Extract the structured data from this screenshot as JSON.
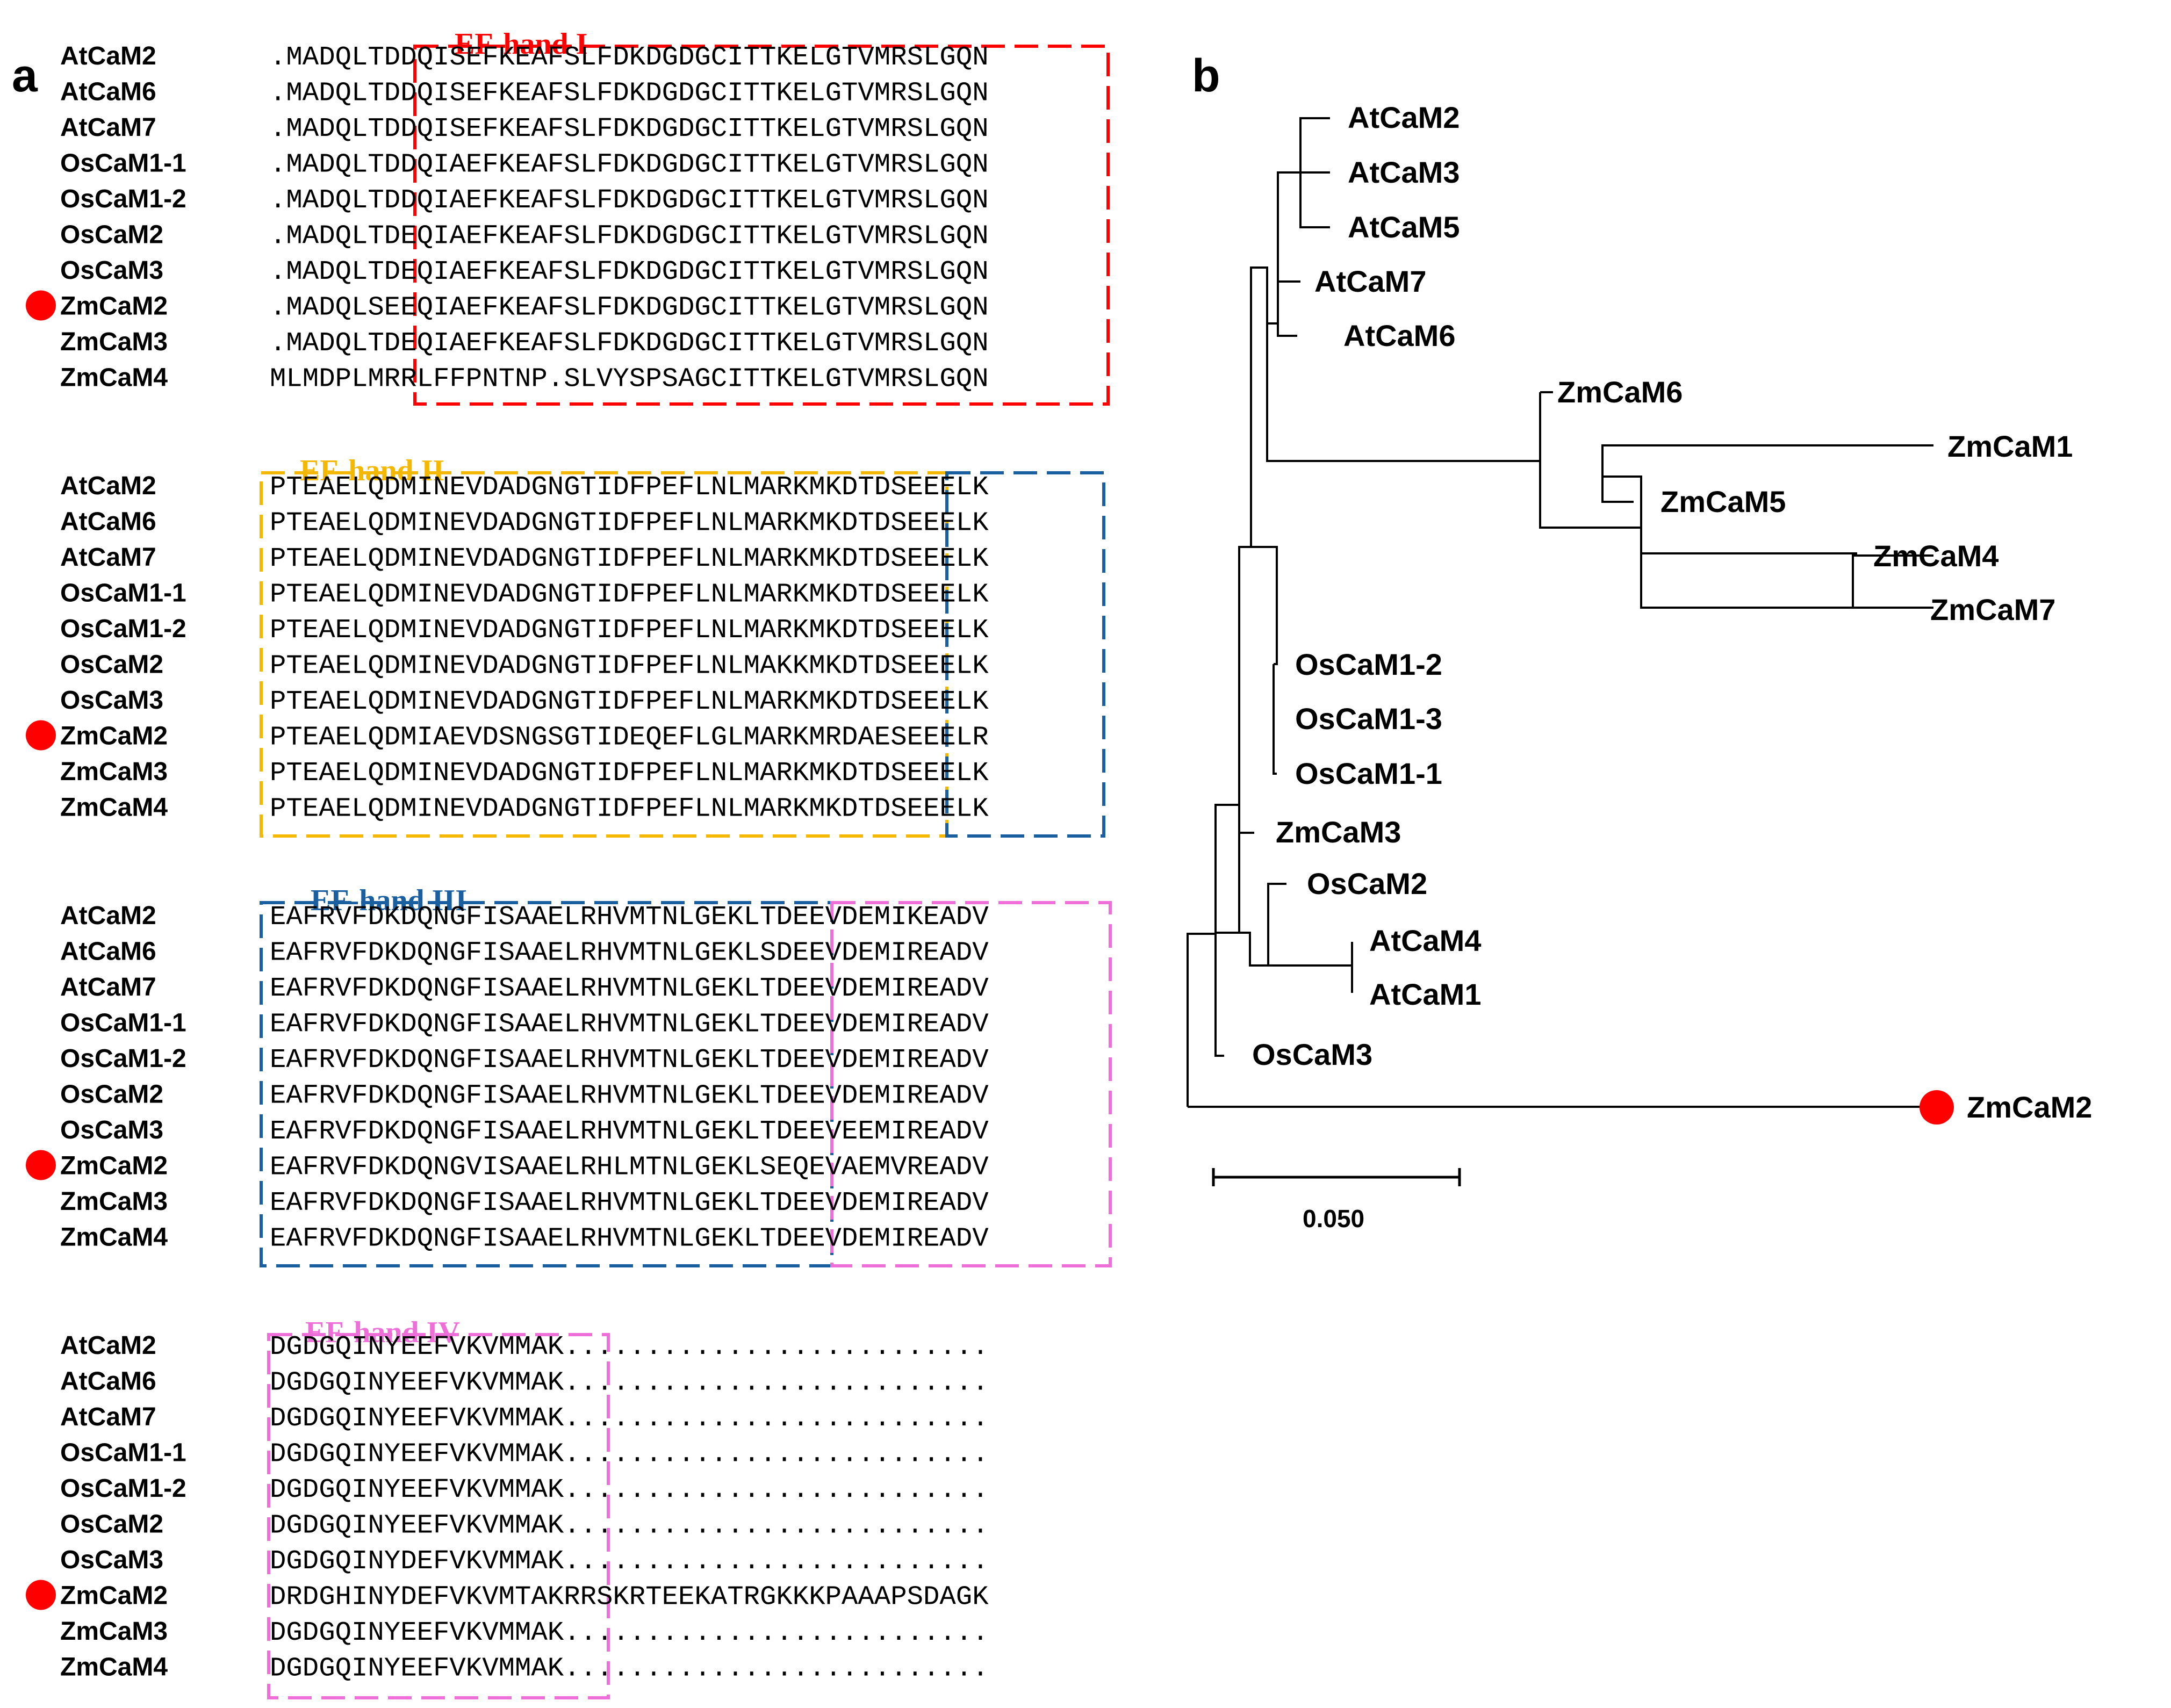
{
  "panel_a": {
    "label": "a",
    "blocks": [
      {
        "title": "EF-hand I",
        "title_color": "#ff0000",
        "rows": [
          {
            "name": "AtCaM2",
            "seq": ".MADQLTDDQISEFKEAFSLFDKDGDGCITTKELGTVMRSLGQN",
            "marked": false
          },
          {
            "name": "AtCaM6",
            "seq": ".MADQLTDDQISEFKEAFSLFDKDGDGCITTKELGTVMRSLGQN",
            "marked": false
          },
          {
            "name": "AtCaM7",
            "seq": ".MADQLTDDQISEFKEAFSLFDKDGDGCITTKELGTVMRSLGQN",
            "marked": false
          },
          {
            "name": "OsCaM1-1",
            "seq": ".MADQLTDDQIAEFKEAFSLFDKDGDGCITTKELGTVMRSLGQN",
            "marked": false
          },
          {
            "name": "OsCaM1-2",
            "seq": ".MADQLTDDQIAEFKEAFSLFDKDGDGCITTKELGTVMRSLGQN",
            "marked": false
          },
          {
            "name": "OsCaM2",
            "seq": ".MADQLTDEQIAEFKEAFSLFDKDGDGCITTKELGTVMRSLGQN",
            "marked": false
          },
          {
            "name": "OsCaM3",
            "seq": ".MADQLTDEQIAEFKEAFSLFDKDGDGCITTKELGTVMRSLGQN",
            "marked": false
          },
          {
            "name": "ZmCaM2",
            "seq": ".MADQLSEEQIAEFKEAFSLFDKDGDGCITTKELGTVMRSLGQN",
            "marked": true
          },
          {
            "name": "ZmCaM3",
            "seq": ".MADQLTDEQIAEFKEAFSLFDKDGDGCITTKELGTVMRSLGQN",
            "marked": false
          },
          {
            "name": "ZmCaM4",
            "seq": "MLMDPLMRRLFFPNTNP.SLVYSPSAGCITTKELGTVMRSLGQN",
            "marked": false
          }
        ]
      },
      {
        "title": "EF-hand II",
        "title_color": "#f5b800",
        "rows": [
          {
            "name": "AtCaM2",
            "seq": "PTEAELQDMINEVDADGNGTIDFPEFLNLMARKMKDTDSEEELK",
            "marked": false
          },
          {
            "name": "AtCaM6",
            "seq": "PTEAELQDMINEVDADGNGTIDFPEFLNLMARKMKDTDSEEELK",
            "marked": false
          },
          {
            "name": "AtCaM7",
            "seq": "PTEAELQDMINEVDADGNGTIDFPEFLNLMARKMKDTDSEEELK",
            "marked": false
          },
          {
            "name": "OsCaM1-1",
            "seq": "PTEAELQDMINEVDADGNGTIDFPEFLNLMARKMKDTDSEEELK",
            "marked": false
          },
          {
            "name": "OsCaM1-2",
            "seq": "PTEAELQDMINEVDADGNGTIDFPEFLNLMARKMKDTDSEEELK",
            "marked": false
          },
          {
            "name": "OsCaM2",
            "seq": "PTEAELQDMINEVDADGNGTIDFPEFLNLMAKKMKDTDSEEELK",
            "marked": false
          },
          {
            "name": "OsCaM3",
            "seq": "PTEAELQDMINEVDADGNGTIDFPEFLNLMARKMKDTDSEEELK",
            "marked": false
          },
          {
            "name": "ZmCaM2",
            "seq": "PTEAELQDMIAEVDSNGSGTIDEQEFLGLMARKMRDAESEEELR",
            "marked": true
          },
          {
            "name": "ZmCaM3",
            "seq": "PTEAELQDMINEVDADGNGTIDFPEFLNLMARKMKDTDSEEELK",
            "marked": false
          },
          {
            "name": "ZmCaM4",
            "seq": "PTEAELQDMINEVDADGNGTIDFPEFLNLMARKMKDTDSEEELK",
            "marked": false
          }
        ]
      },
      {
        "title": "EF-hand III",
        "title_color": "#1a5fa0",
        "rows": [
          {
            "name": "AtCaM2",
            "seq": "EAFRVFDKDQNGFISAAELRHVMTNLGEKLTDEEVDEMIKEADV",
            "marked": false
          },
          {
            "name": "AtCaM6",
            "seq": "EAFRVFDKDQNGFISAAELRHVMTNLGEKLSDEEVDEMIREADV",
            "marked": false
          },
          {
            "name": "AtCaM7",
            "seq": "EAFRVFDKDQNGFISAAELRHVMTNLGEKLTDEEVDEMIREADV",
            "marked": false
          },
          {
            "name": "OsCaM1-1",
            "seq": "EAFRVFDKDQNGFISAAELRHVMTNLGEKLTDEEVDEMIREADV",
            "marked": false
          },
          {
            "name": "OsCaM1-2",
            "seq": "EAFRVFDKDQNGFISAAELRHVMTNLGEKLTDEEVDEMIREADV",
            "marked": false
          },
          {
            "name": "OsCaM2",
            "seq": "EAFRVFDKDQNGFISAAELRHVMTNLGEKLTDEEVDEMIREADV",
            "marked": false
          },
          {
            "name": "OsCaM3",
            "seq": "EAFRVFDKDQNGFISAAELRHVMTNLGEKLTDEEVEEMIREADV",
            "marked": false
          },
          {
            "name": "ZmCaM2",
            "seq": "EAFRVFDKDQNGVISAAELRHLMTNLGEKLSEQEVAEMVREADV",
            "marked": true
          },
          {
            "name": "ZmCaM3",
            "seq": "EAFRVFDKDQNGFISAAELRHVMTNLGEKLTDEEVDEMIREADV",
            "marked": false
          },
          {
            "name": "ZmCaM4",
            "seq": "EAFRVFDKDQNGFISAAELRHVMTNLGEKLTDEEVDEMIREADV",
            "marked": false
          }
        ]
      },
      {
        "title": "EF-hand IV",
        "title_color": "#ee6fd8",
        "rows": [
          {
            "name": "AtCaM2",
            "seq": "DGDGQINYEEFVKVMMAK..........................",
            "marked": false
          },
          {
            "name": "AtCaM6",
            "seq": "DGDGQINYEEFVKVMMAK..........................",
            "marked": false
          },
          {
            "name": "AtCaM7",
            "seq": "DGDGQINYEEFVKVMMAK..........................",
            "marked": false
          },
          {
            "name": "OsCaM1-1",
            "seq": "DGDGQINYEEFVKVMMAK..........................",
            "marked": false
          },
          {
            "name": "OsCaM1-2",
            "seq": "DGDGQINYEEFVKVMMAK..........................",
            "marked": false
          },
          {
            "name": "OsCaM2",
            "seq": "DGDGQINYEEFVKVMMAK..........................",
            "marked": false
          },
          {
            "name": "OsCaM3",
            "seq": "DGDGQINYDEFVKVMMAK..........................",
            "marked": false
          },
          {
            "name": "ZmCaM2",
            "seq": "DRDGHINYDEFVKVMTAKRRSKRTEEKATRGKKKPAAAPSDAGK",
            "marked": true
          },
          {
            "name": "ZmCaM3",
            "seq": "DGDGQINYEEFVKVMMAK..........................",
            "marked": false
          },
          {
            "name": "ZmCaM4",
            "seq": "DGDGQINYEEFVKVMMAK..........................",
            "marked": false
          }
        ]
      }
    ],
    "colors": {
      "red": "#ff0000",
      "yellow": "#f5b800",
      "blue": "#1a5fa0",
      "pink": "#ee6fd8",
      "marker": "#ff0000"
    }
  },
  "panel_b": {
    "label": "b",
    "leaves": [
      "AtCaM2",
      "AtCaM3",
      "AtCaM5",
      "AtCaM7",
      "AtCaM6",
      "ZmCaM6",
      "ZmCaM1",
      "ZmCaM5",
      "ZmCaM4",
      "ZmCaM7",
      "OsCaM1-2",
      "OsCaM1-3",
      "OsCaM1-1",
      "ZmCaM3",
      "OsCaM2",
      "AtCaM4",
      "AtCaM1",
      "OsCaM3",
      "ZmCaM2"
    ],
    "highlighted_leaf": "ZmCaM2",
    "scale_bar_label": "0.050"
  }
}
